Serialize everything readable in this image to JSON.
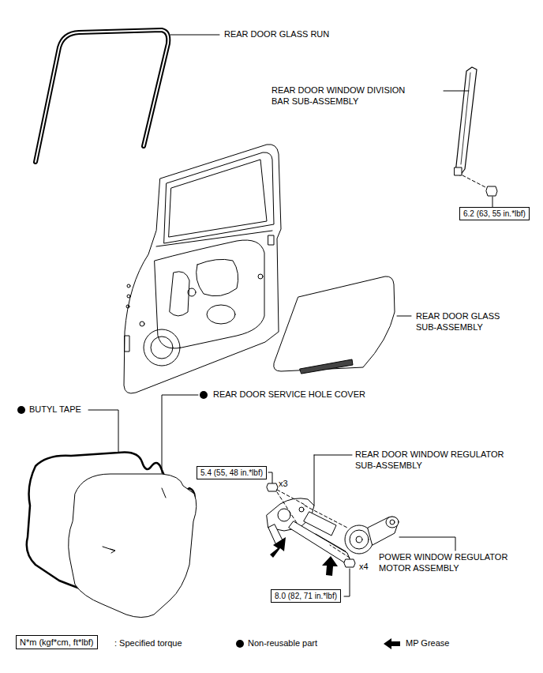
{
  "diagram": {
    "nodes": [
      {
        "text": [
          "6.2 (63, 55 in.*lbf)"
        ]
      },
      {
        "text": [
          "5.4 (55, 48 in.*lbf)"
        ]
      },
      {
        "text": [
          "8.0 (82, 71 in.*lbf)"
        ]
      },
      {
        "text": [
          "N*m (kgf*cm, ft*lbf)"
        ]
      }
    ],
    "labels": [
      "REAR DOOR GLASS RUN",
      "REAR DOOR WINDOW DIVISION BAR SUB-ASSEMBLY",
      "REAR DOOR GLASS SUB-ASSEMBLY",
      "BUTYL TAPE",
      "REAR DOOR SERVICE HOLE COVER",
      "REAR DOOR WINDOW REGULATOR SUB-ASSEMBLY",
      "POWER WINDOW REGULATOR MOTOR ASSEMBLY",
      "x3",
      "x4"
    ],
    "legend": [
      {
        "text": ": Specified torque"
      },
      {
        "text": "Non-reusable part"
      },
      {
        "text": "MP Grease"
      }
    ]
  }
}
